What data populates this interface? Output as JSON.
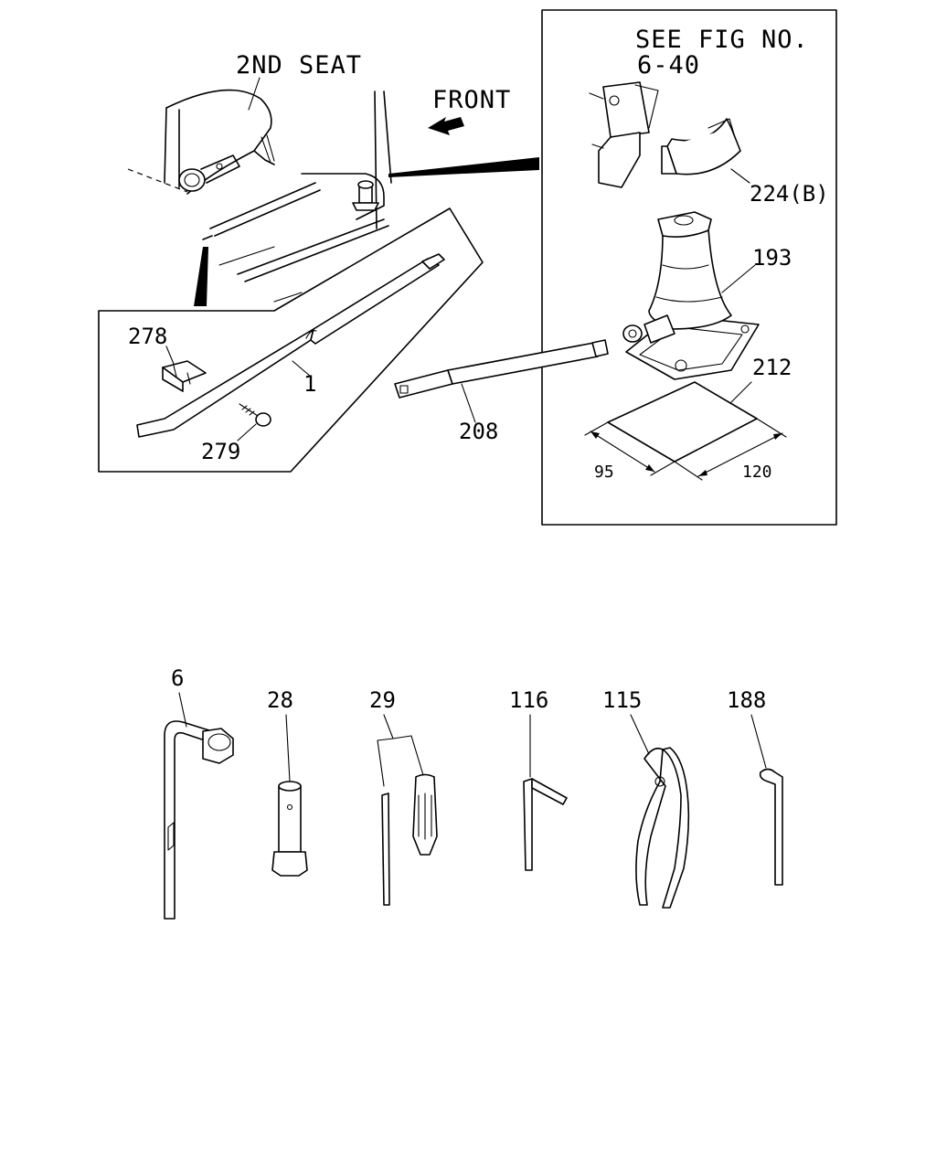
{
  "labels": {
    "second_seat": "2ND SEAT",
    "front": "FRONT",
    "see_fig_line1": "SEE FIG NO.",
    "see_fig_line2": "6-40",
    "p224b": "224(B)",
    "p193": "193",
    "p212": "212",
    "p208": "208",
    "p278": "278",
    "p1": "1",
    "p279": "279",
    "dim95": "95",
    "dim120": "120",
    "p6": "6",
    "p28": "28",
    "p29": "29",
    "p116": "116",
    "p115": "115",
    "p188": "188"
  }
}
